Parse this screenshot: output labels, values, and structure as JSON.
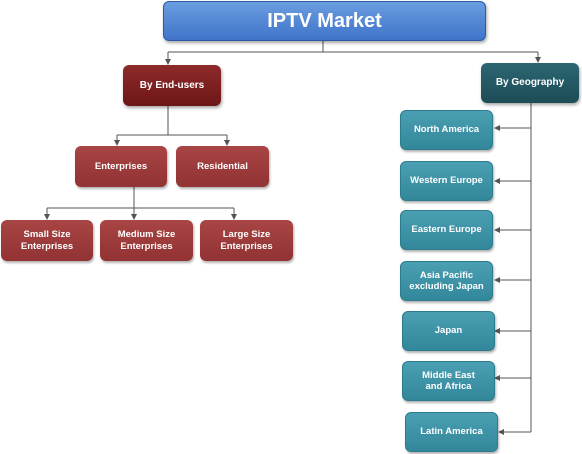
{
  "root": {
    "label": "IPTV Market"
  },
  "end_users": {
    "label": "By End-users",
    "children": [
      {
        "label": "Enterprises",
        "children": [
          "Small Size Enterprises",
          "Medium Size Enterprises",
          "Large Size Enterprises"
        ]
      },
      {
        "label": "Residential"
      }
    ]
  },
  "geography": {
    "label": "By Geography",
    "regions": [
      "North America",
      "Western Europe",
      "Eastern Europe",
      "Asia Pacific excluding Japan",
      "Japan",
      "Middle East  and Africa",
      "Latin America"
    ]
  },
  "colors": {
    "root": "#4f82d4",
    "end_user_header": "#7a1f1f",
    "end_user_child": "#9e3b3b",
    "geo_header": "#245a66",
    "geo_child": "#3f93a6",
    "connector": "#555555"
  }
}
